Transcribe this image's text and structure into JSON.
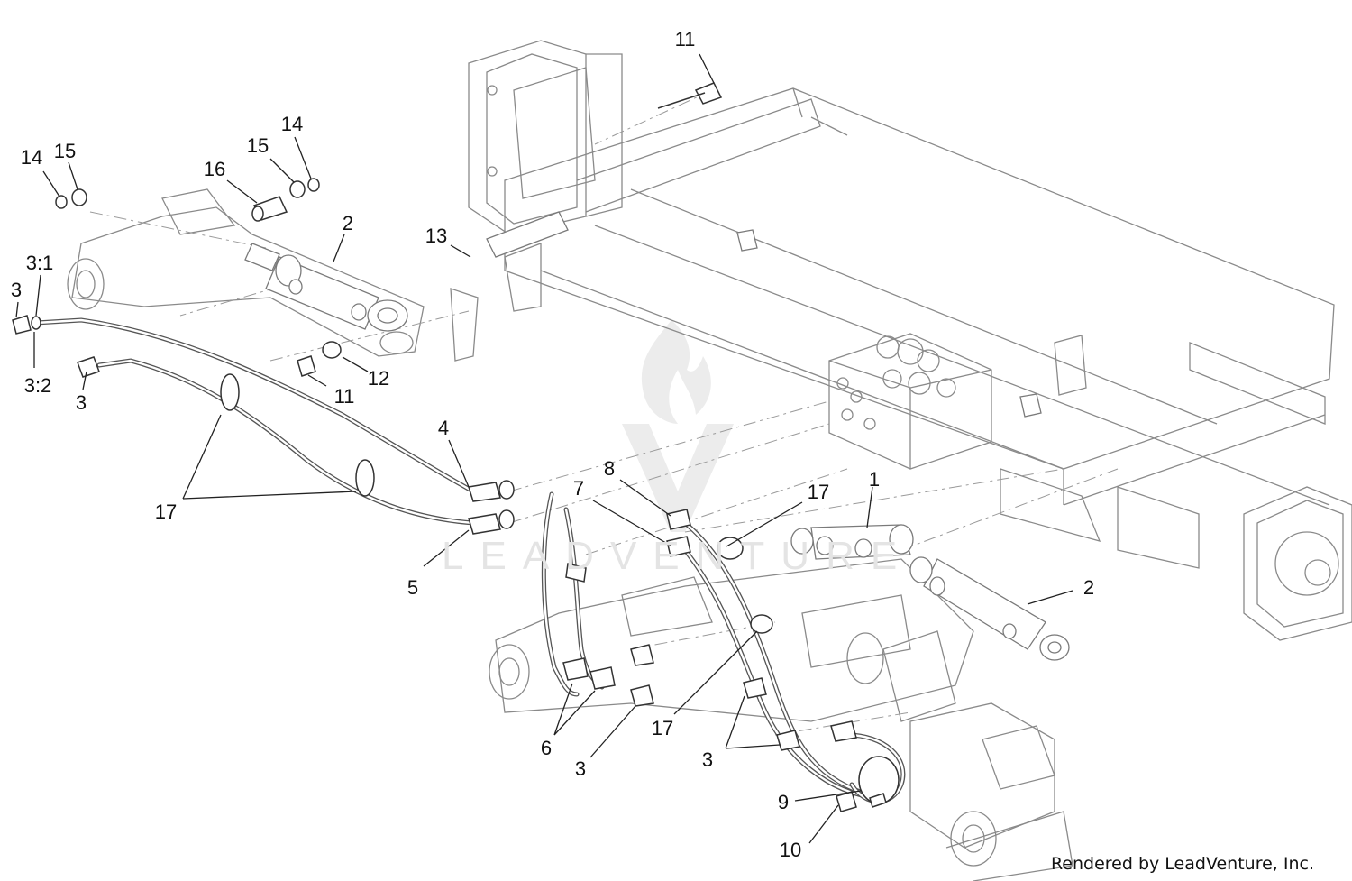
{
  "callouts": [
    {
      "id": "c11a",
      "text": "11"
    },
    {
      "id": "c14a",
      "text": "14"
    },
    {
      "id": "c15a",
      "text": "15"
    },
    {
      "id": "c16",
      "text": "16"
    },
    {
      "id": "c15b",
      "text": "15"
    },
    {
      "id": "c14b",
      "text": "14"
    },
    {
      "id": "c2a",
      "text": "2"
    },
    {
      "id": "c13",
      "text": "13"
    },
    {
      "id": "c31",
      "text": "3:1"
    },
    {
      "id": "c3a",
      "text": "3"
    },
    {
      "id": "c32",
      "text": "3:2"
    },
    {
      "id": "c3b",
      "text": "3"
    },
    {
      "id": "c12",
      "text": "12"
    },
    {
      "id": "c11b",
      "text": "11"
    },
    {
      "id": "c4",
      "text": "4"
    },
    {
      "id": "c17a",
      "text": "17"
    },
    {
      "id": "c5",
      "text": "5"
    },
    {
      "id": "c8",
      "text": "8"
    },
    {
      "id": "c7",
      "text": "7"
    },
    {
      "id": "c17b",
      "text": "17"
    },
    {
      "id": "c1",
      "text": "1"
    },
    {
      "id": "c2b",
      "text": "2"
    },
    {
      "id": "c17c",
      "text": "17"
    },
    {
      "id": "c6",
      "text": "6"
    },
    {
      "id": "c3c",
      "text": "3"
    },
    {
      "id": "c3d",
      "text": "3"
    },
    {
      "id": "c9",
      "text": "9"
    },
    {
      "id": "c10",
      "text": "10"
    }
  ],
  "credit": "Rendered by LeadVenture, Inc.",
  "watermark": {
    "text": "LEADVENTURE",
    "logo": "leadventure-flame-v-logo"
  },
  "colors": {
    "line": "#8a8a8a",
    "ink": "#111111",
    "watermark": "#e4e4e4"
  }
}
